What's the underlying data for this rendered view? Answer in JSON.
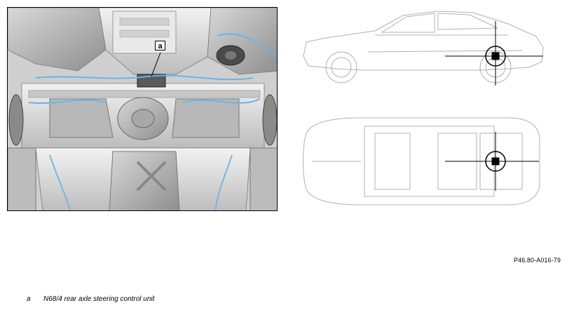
{
  "callout": {
    "letter": "a"
  },
  "reference_code": "P46.80-A016-79",
  "legend": [
    {
      "key": "a",
      "text": "N68/4 rear axle steering control unit"
    }
  ],
  "colors": {
    "line_blue": "#6ab4e8",
    "metal_light": "#e6e6e6",
    "metal_dark": "#9a9a9a",
    "diagram_line": "#b0b0b0"
  }
}
